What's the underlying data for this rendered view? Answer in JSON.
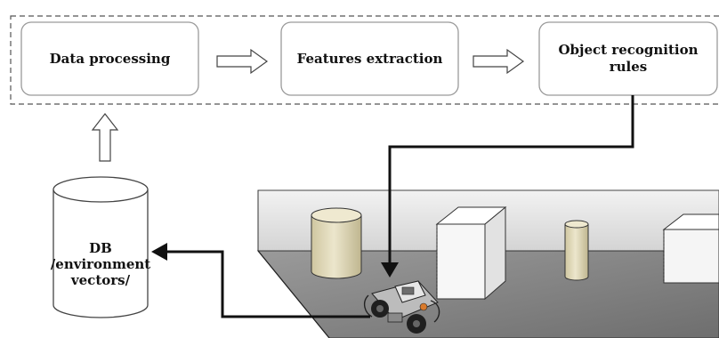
{
  "pipeline": {
    "steps": [
      {
        "label": "Data processing"
      },
      {
        "label": "Features extraction"
      },
      {
        "label": "Object recognition rules"
      }
    ]
  },
  "database": {
    "line1": "DB",
    "line2": "/environment",
    "line3": "vectors/"
  },
  "colors": {
    "stroke": "#555555",
    "arrow": "#111111",
    "floor": "#8e8e8e",
    "cylinder_fill": "#e3ddc0",
    "cube_fill": "#f6f6f6"
  }
}
